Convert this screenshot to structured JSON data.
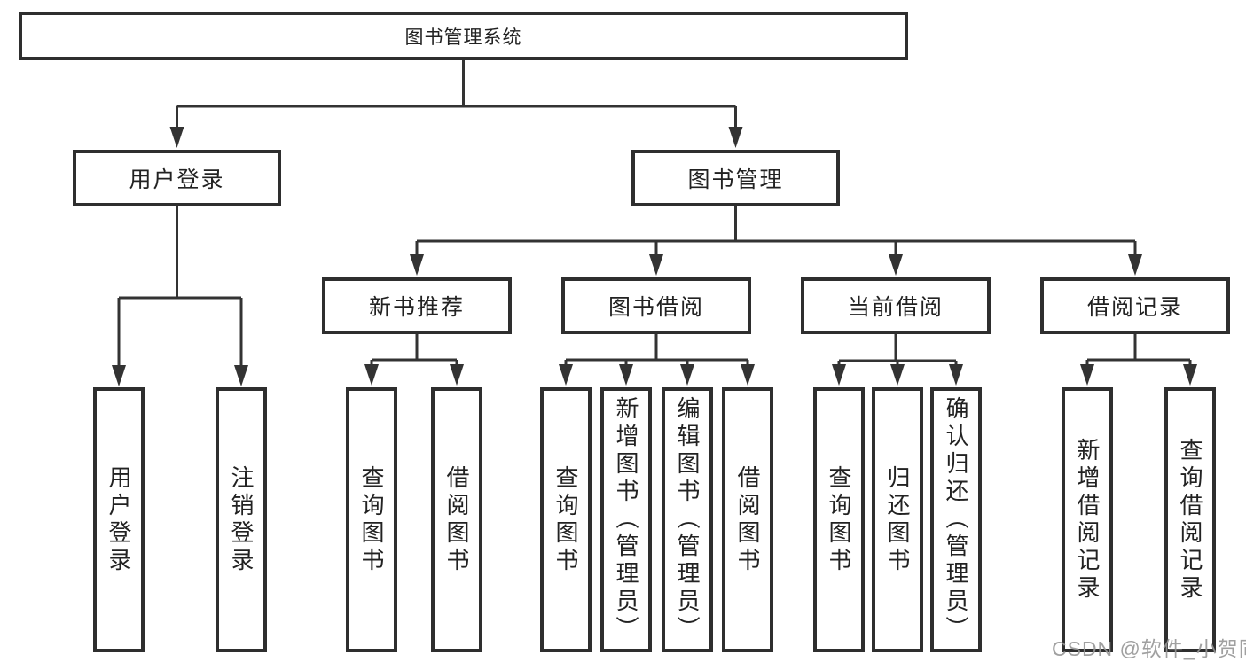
{
  "diagram": {
    "root": {
      "label": "图书管理系统"
    },
    "branches": [
      {
        "label": "用户登录"
      },
      {
        "label": "图书管理"
      }
    ],
    "modules": [
      {
        "label": "新书推荐"
      },
      {
        "label": "图书借阅"
      },
      {
        "label": "当前借阅"
      },
      {
        "label": "借阅记录"
      }
    ],
    "leaves": [
      {
        "label": "用户登录"
      },
      {
        "label": "注销登录"
      },
      {
        "label": "查询图书"
      },
      {
        "label": "借阅图书"
      },
      {
        "label": "查询图书"
      },
      {
        "label": "新增图书（管理员）"
      },
      {
        "label": "编辑图书（管理员）"
      },
      {
        "label": "借阅图书"
      },
      {
        "label": "查询图书"
      },
      {
        "label": "归还图书"
      },
      {
        "label": "确认归还（管理员）"
      },
      {
        "label": "新增借阅记录"
      },
      {
        "label": "查询借阅记录"
      }
    ]
  },
  "watermark": "CSDN @软件_小贺同学",
  "colors": {
    "line": "#333333",
    "box_border": "#2e2e2e",
    "text": "#222222",
    "watermark": "#969696"
  }
}
